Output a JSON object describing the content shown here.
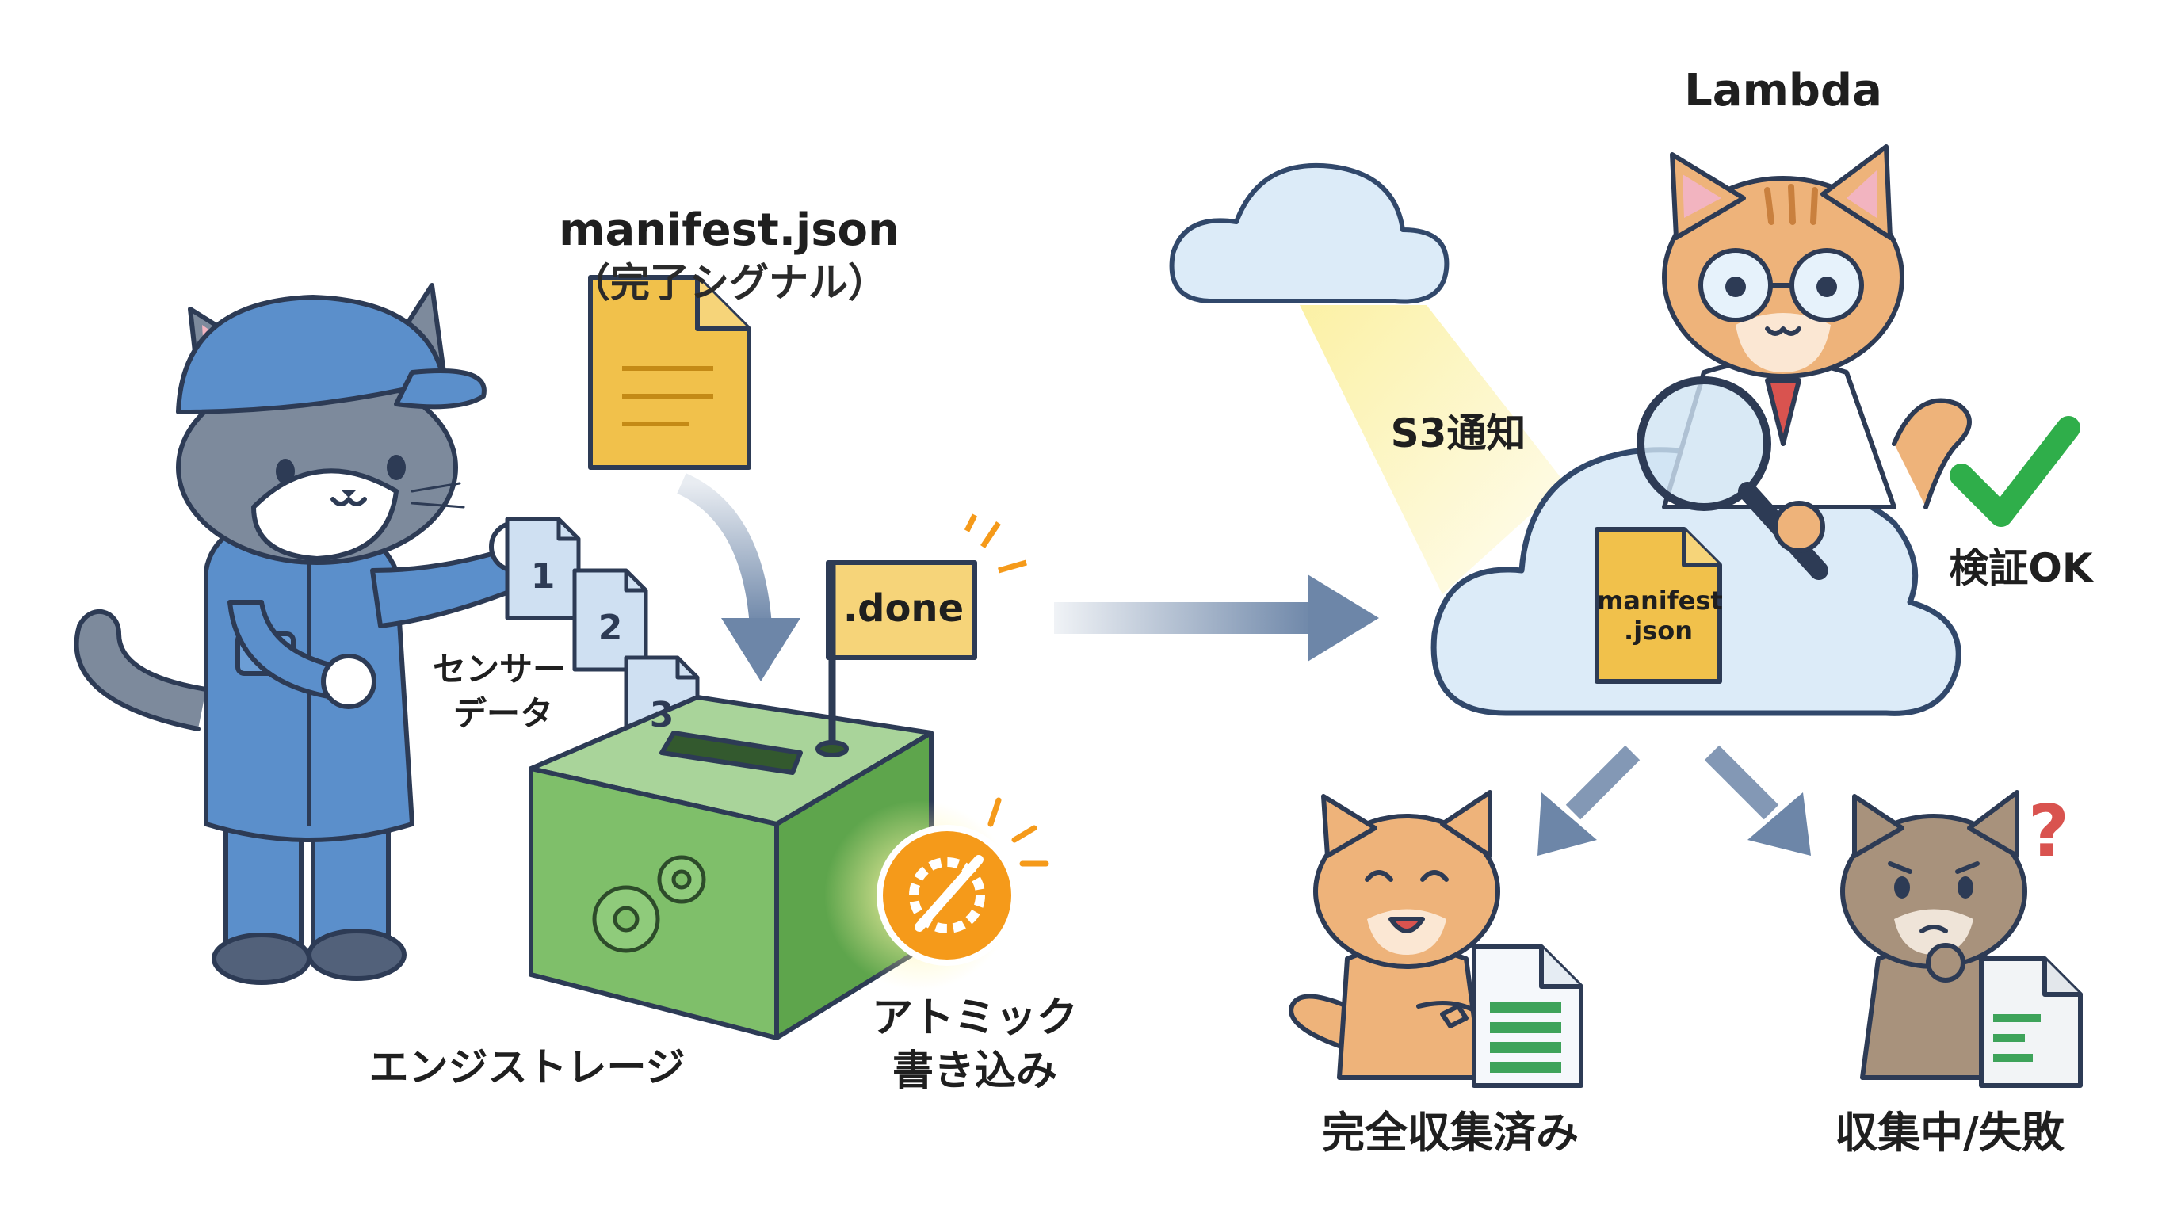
{
  "labels": {
    "manifest_title": "manifest.json",
    "manifest_sub": "（完了シグナル）",
    "sensor_line1": "センサー",
    "sensor_line2": "データ",
    "edge_storage": "エンジストレージ",
    "done_flag": ".done",
    "atomic_line1": "アトミック",
    "atomic_line2": "書き込み",
    "s3_notify": "S3通知",
    "lambda": "Lambda",
    "cloud_manifest_line1": "manifest",
    "cloud_manifest_line2": ".json",
    "verify_ok": "検証OK",
    "complete": "完全収集済み",
    "in_progress_failed": "収集中/失敗"
  },
  "files": [
    "1",
    "2",
    "3"
  ],
  "question_mark": "?",
  "colors": {
    "outline": "#2d3b55",
    "worker_cat": "#7d8a9c",
    "uniform": "#5b8fcb",
    "box_green": "#7fbf6a",
    "manifest_gold": "#f1c14b",
    "cloud_fill": "#dcebf8",
    "cloud_stroke": "#31486b",
    "arrow_blue": "#6d86a8",
    "orange_cat": "#eeb37a",
    "atomic_orange": "#f59a1a",
    "check_green": "#2fae4a",
    "question_red": "#d9534f",
    "spotlight": "#fbf0a0"
  }
}
